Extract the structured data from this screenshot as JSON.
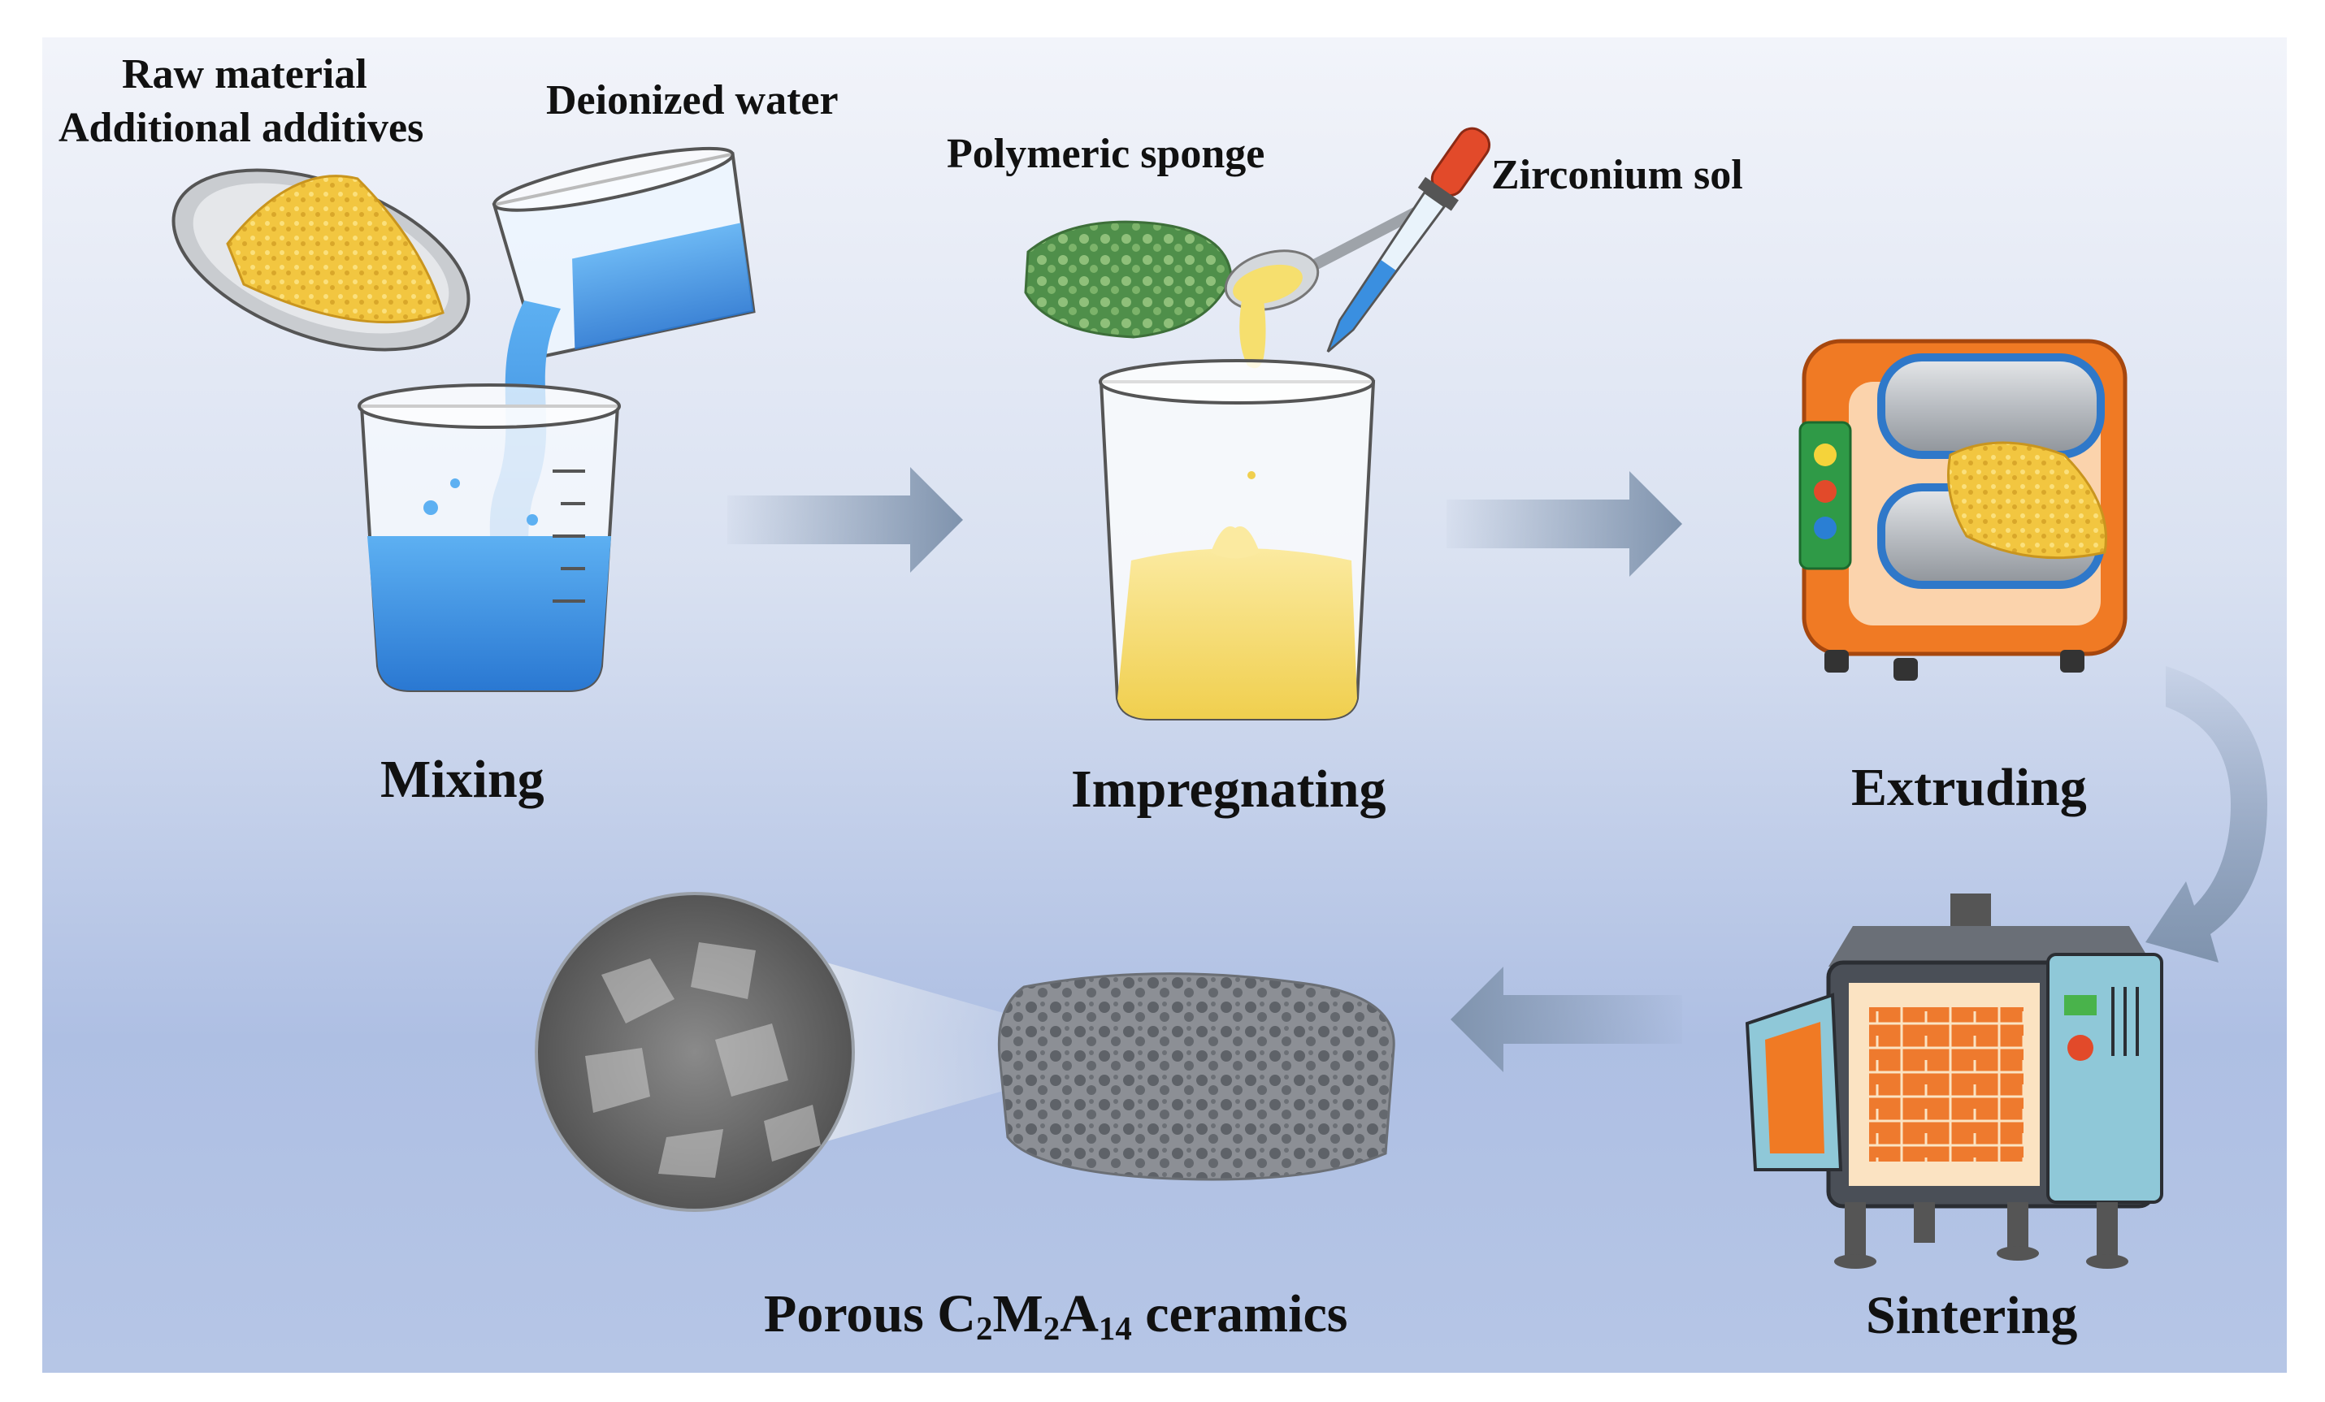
{
  "labels": {
    "raw_material": "Raw material",
    "additional_additives": "Additional additives",
    "deionized_water": "Deionized water",
    "polymeric_sponge": "Polymeric sponge",
    "zirconium_sol": "Zirconium sol"
  },
  "steps": {
    "mixing": "Mixing",
    "impregnating": "Impregnating",
    "extruding": "Extruding",
    "sintering": "Sintering",
    "final_prefix": "Porous C",
    "final_sub1": "2",
    "final_m": "M",
    "final_sub2": "2",
    "final_a": "A",
    "final_sub3": "14",
    "final_suffix": " ceramics"
  },
  "colors": {
    "water": "#3a8fe0",
    "powder": "#f2c640",
    "slurry": "#f6df6e",
    "machine": "#f07a24",
    "furnace_body": "#4a4f57",
    "arrow": "#7f93ad"
  }
}
